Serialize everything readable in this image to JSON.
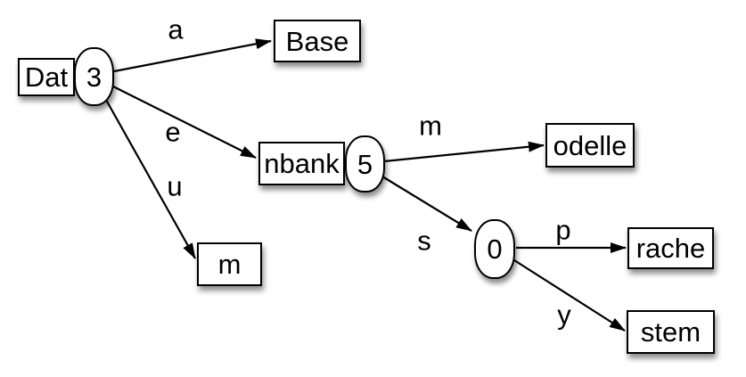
{
  "diagram": {
    "type": "radix-trie-diagram",
    "background_color": "#ffffff",
    "palette": {
      "node_fill": "#ffffff",
      "node_stroke": "#000000",
      "edge_color": "#000000",
      "text_color": "#000000"
    },
    "nodes": {
      "dat": {
        "label": "Dat",
        "count": "3"
      },
      "base": {
        "label": "Base"
      },
      "nbank": {
        "label": "nbank",
        "count": "5"
      },
      "m": {
        "label": "m"
      },
      "odelle": {
        "label": "odelle"
      },
      "branch0": {
        "count": "0"
      },
      "rache": {
        "label": "rache"
      },
      "stem": {
        "label": "stem"
      }
    },
    "edges": {
      "a": {
        "label": "a",
        "from": "dat",
        "to": "base"
      },
      "e": {
        "label": "e",
        "from": "dat",
        "to": "nbank"
      },
      "u": {
        "label": "u",
        "from": "dat",
        "to": "m"
      },
      "m": {
        "label": "m",
        "from": "nbank",
        "to": "odelle"
      },
      "s": {
        "label": "s",
        "from": "nbank",
        "to": "branch0"
      },
      "p": {
        "label": "p",
        "from": "branch0",
        "to": "rache"
      },
      "y": {
        "label": "y",
        "from": "branch0",
        "to": "stem"
      }
    }
  }
}
